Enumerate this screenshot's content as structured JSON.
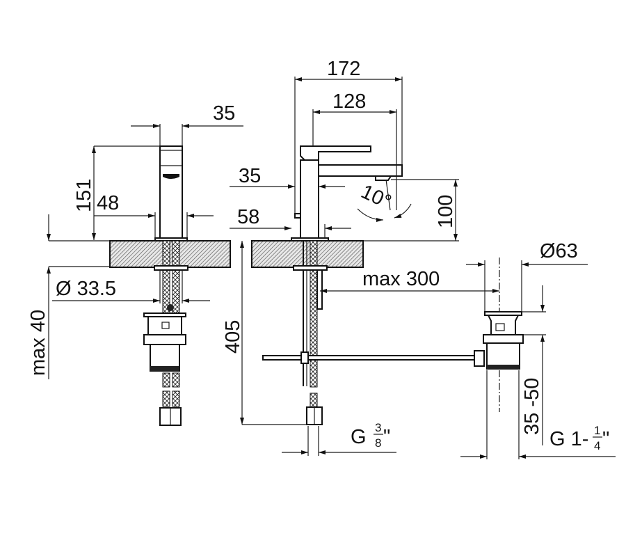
{
  "drawing": {
    "side_view": {
      "spout_width": "35",
      "height": "151",
      "base_width": "48",
      "hole_diameter": "Ø 33.5",
      "counter_thickness": "max 40"
    },
    "front_view": {
      "overall_length": "172",
      "spout_reach": "128",
      "body_width": "35",
      "base_width": "58",
      "spout_height": "100",
      "spout_angle": "10°",
      "hose_length": "405",
      "connection_prefix": "G",
      "connection_fraction_num": "3",
      "connection_fraction_den": "8",
      "inch_mark": "\""
    },
    "waste": {
      "distance": "max 300",
      "diameter": "Ø63",
      "adjust_range": "35 -50",
      "thread_prefix": "G 1-",
      "thread_fraction_num": "1",
      "thread_fraction_den": "4",
      "inch_mark": "\""
    }
  }
}
